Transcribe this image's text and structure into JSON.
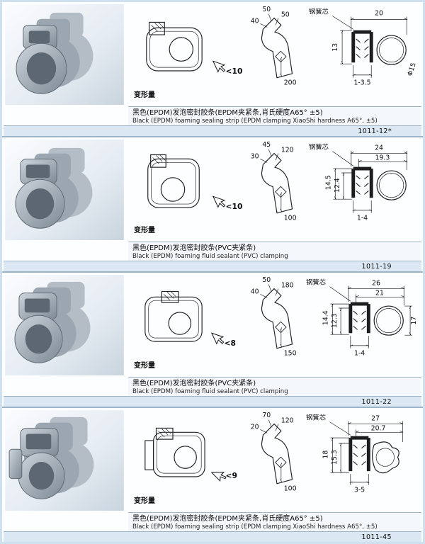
{
  "rows": [
    {
      "part_no": "1011-12*",
      "desc_cn": "黑色(EPDM)发泡密封胶条(EPDM夹紧条,肖氏硬度A65° ±5)",
      "desc_en": "Black (EPDM) foaming sealing strip (EPDM clamping XiaoShi hardness A65°, ±5)",
      "deform_label": "变形量",
      "deform_value": "<10",
      "spring_core_label": "钢簧芯",
      "sketch_dims": {
        "a": "50",
        "b": "40",
        "c": "50",
        "bottom": "200"
      },
      "section_dims": {
        "w1": "20",
        "h1": "13",
        "bottom": "1-3.5",
        "dia": "Φ15"
      }
    },
    {
      "part_no": "1011-19",
      "desc_cn": "黑色(EPDM)发泡密封胶条(PVC夹紧条)",
      "desc_en": "Black (EPDM) foaming fluid sealant (PVC) clamping",
      "deform_label": "变形量",
      "deform_value": "<10",
      "spring_core_label": "钢簧芯",
      "sketch_dims": {
        "a": "45",
        "b": "30",
        "c": "120",
        "bottom": "100"
      },
      "section_dims": {
        "w1": "24",
        "w2": "19.3",
        "h1": "14.5",
        "h2": "12.4",
        "bottom": "1-4"
      }
    },
    {
      "part_no": "1011-22",
      "desc_cn": "黑色(EPDM)发泡密封胶条(PVC夹紧条)",
      "desc_en": "Black (EPDM) foaming fluid sealant (PVC) clamping",
      "deform_label": "变形量",
      "deform_value": "<8",
      "spring_core_label": "钢簧芯",
      "sketch_dims": {
        "a": "50",
        "b": "40",
        "c": "180",
        "bottom": "150"
      },
      "section_dims": {
        "w1": "26",
        "w2": "21",
        "h1": "14.4",
        "h2": "12.3",
        "bottom": "1-4",
        "right": "17"
      }
    },
    {
      "part_no": "1011-45",
      "desc_cn": "黑色(EPDM)发泡密封胶条(EPDM夹紧条,肖氏硬度A65° ±5)",
      "desc_en": "Black (EPDM) foaming sealing strip (EPDM clamping XiaoShi hardness A65°, ±5)",
      "deform_label": "变形量",
      "deform_value": "<9",
      "spring_core_label": "钢簧芯",
      "sketch_dims": {
        "a": "70",
        "b": "20",
        "c": "120",
        "bottom": "100"
      },
      "section_dims": {
        "w1": "27",
        "w2": "20.7",
        "h1": "18",
        "h2": "15.3",
        "bottom": "3-5"
      }
    }
  ]
}
